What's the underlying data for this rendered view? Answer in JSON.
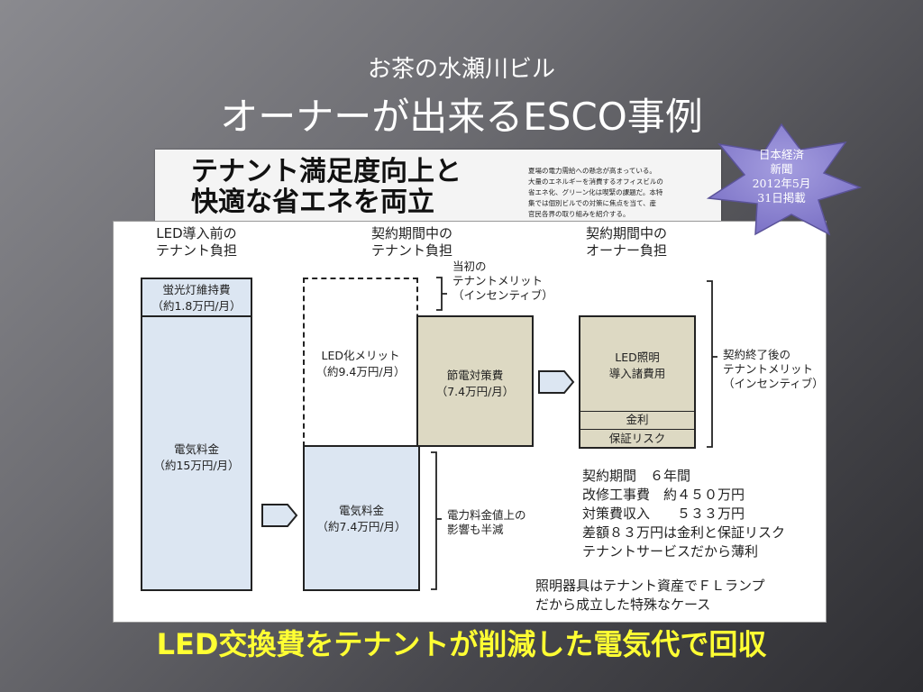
{
  "slide": {
    "subtitle": "お茶の水瀬川ビル",
    "title": "オーナーが出来るESCO事例",
    "footer": "LED交換費をテナントが削減した電気代で回収"
  },
  "clipping": {
    "headline_line1": "テナント満足度向上と",
    "headline_line2": "快適な省エネを両立",
    "body_lines": [
      "夏場の電力需給への懸念が高まっている。",
      "大量のエネルギーを消費するオフィスビルの",
      "省エネ化、グリーン化は喫緊の課題だ。本特",
      "集では個別ビルでの対策に焦点を当て、産",
      "官民各界の取り組みを紹介する。"
    ]
  },
  "badge": {
    "lines": [
      "日本経済",
      "新聞",
      "2012年5月",
      "31日掲載"
    ],
    "color": "#8e86d4"
  },
  "diagram": {
    "headers": {
      "col1": [
        "LED導入前の",
        "テナント負担"
      ],
      "col2": [
        "契約期間中の",
        "テナント負担"
      ],
      "col3": [
        "契約期間中の",
        "オーナー負担"
      ]
    },
    "col1": {
      "top_label": [
        "蛍光灯維持費",
        "（約1.8万円/月）"
      ],
      "bottom_label": [
        "電気料金",
        "（約15万円/月）"
      ]
    },
    "col2": {
      "dashed_label": [
        "LED化メリット",
        "（約9.4万円/月）"
      ],
      "tan_label": [
        "節電対策費",
        "（7.4万円/月）"
      ],
      "blue_label": [
        "電気料金",
        "（約7.4万円/月）"
      ]
    },
    "col3": {
      "main_label": [
        "LED照明",
        "導入諸費用"
      ],
      "interest_label": "金利",
      "risk_label": "保証リスク"
    },
    "notes": {
      "initial_merit": [
        "当初の",
        "テナントメリット",
        "（インセンティブ）"
      ],
      "after_contract": [
        "契約終了後の",
        "テナントメリット",
        "（インセンティブ）"
      ],
      "price_rise": [
        "電力料金値上の",
        "影響も半減"
      ]
    },
    "info_lines": [
      "契約期間　６年間",
      "改修工事費　約４５０万円",
      "対策費収入　　５３３万円",
      "差額８３万円は金利と保証リスク",
      "テナントサービスだから薄利"
    ],
    "info2_lines": [
      "照明器具はテナント資産でＦＬランプ",
      "だから成立した特殊なケース"
    ],
    "colors": {
      "blue_fill": "#dce6f2",
      "tan_fill": "#ddd9c3",
      "arrow_fill": "#dce6f2"
    }
  }
}
